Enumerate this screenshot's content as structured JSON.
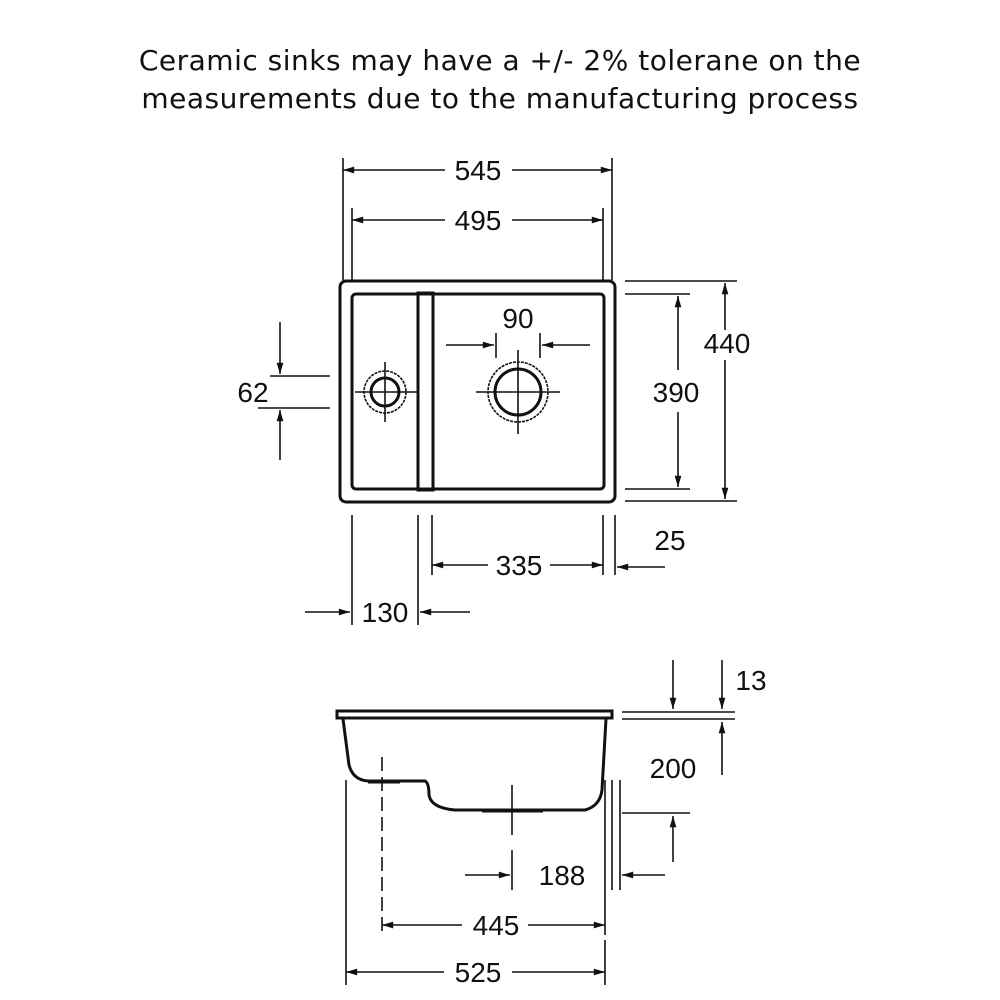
{
  "title": {
    "line1": "Ceramic sinks may have a +/- 2% tolerane on the",
    "line2": "measurements due to the manufacturing process"
  },
  "top_view": {
    "overall_width": "545",
    "inner_width": "495",
    "drain_diameter": "90",
    "small_drain_offset": "62",
    "overall_depth": "440",
    "inner_depth": "390",
    "rim": "25",
    "main_bowl_width": "335",
    "small_bowl_width": "130"
  },
  "side_view": {
    "rim_thickness": "13",
    "bowl_depth": "200",
    "small_bowl_depth_offset": "188",
    "bottom_width": "445",
    "overall_width": "525"
  }
}
